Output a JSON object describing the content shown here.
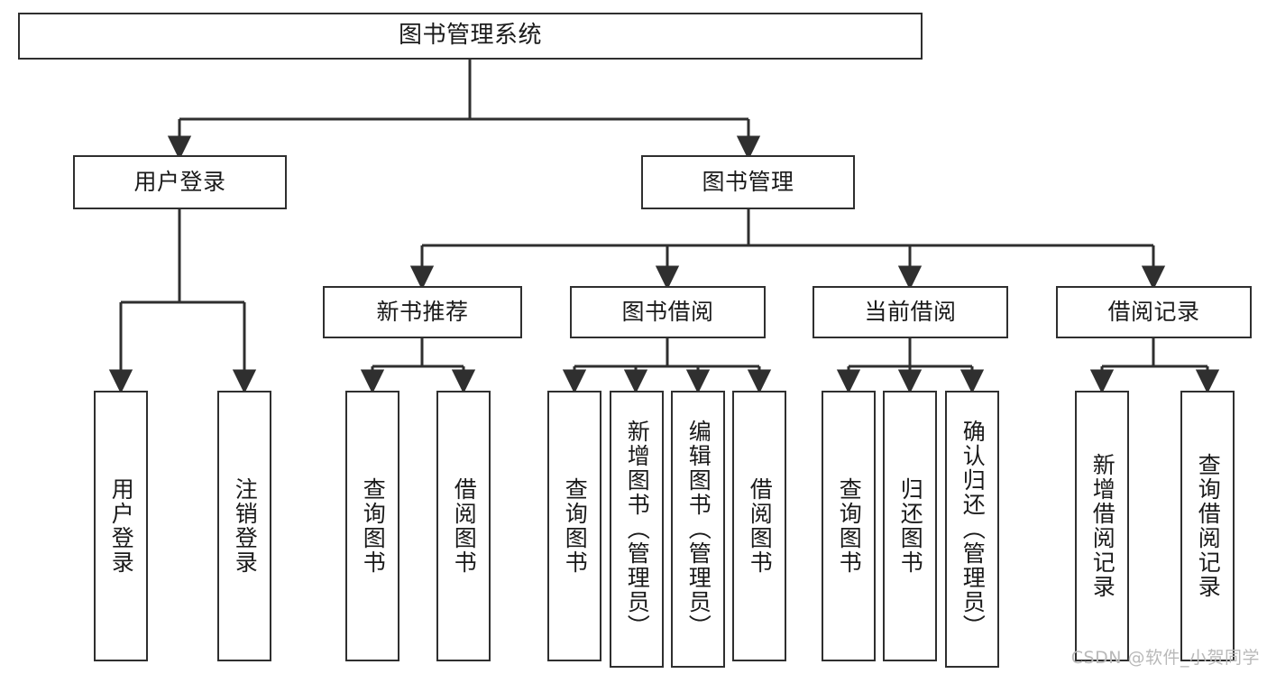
{
  "diagram": {
    "title": "图书管理系统",
    "type": "tree-hierarchy-diagram",
    "colors": {
      "box_border": "#2f2f2f",
      "box_fill": "#ffffff",
      "edge": "#2f2f2f",
      "text": "#1a1a1a",
      "watermark": "#b9b9b9",
      "background": "#ffffff"
    },
    "root": {
      "label": "图书管理系统"
    },
    "level1": [
      {
        "label": "用户登录"
      },
      {
        "label": "图书管理"
      }
    ],
    "level2": [
      {
        "label": "新书推荐"
      },
      {
        "label": "图书借阅"
      },
      {
        "label": "当前借阅"
      },
      {
        "label": "借阅记录"
      }
    ],
    "leaves": {
      "user_login": [
        {
          "label": "用户登录"
        },
        {
          "label": "注销登录"
        }
      ],
      "new_book_recommend": [
        {
          "label": "查询图书"
        },
        {
          "label": "借阅图书"
        }
      ],
      "book_borrow": [
        {
          "label": "查询图书"
        },
        {
          "label": "新增图书（管理员）"
        },
        {
          "label": "编辑图书（管理员）"
        },
        {
          "label": "借阅图书"
        }
      ],
      "current_borrow": [
        {
          "label": "查询图书"
        },
        {
          "label": "归还图书"
        },
        {
          "label": "确认归还（管理员）"
        }
      ],
      "borrow_record": [
        {
          "label": "新增借阅记录"
        },
        {
          "label": "查询借阅记录"
        }
      ]
    }
  },
  "watermark": {
    "text": "CSDN @软件_小贺同学"
  }
}
